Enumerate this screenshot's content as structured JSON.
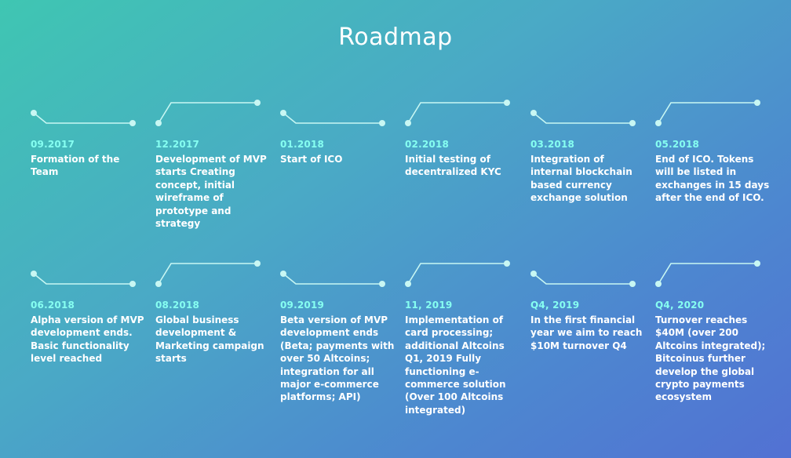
{
  "page": {
    "title": "Roadmap"
  },
  "milestones": [
    {
      "date": "09.2017",
      "text": "Formation of the Team",
      "connector": "down"
    },
    {
      "date": "12.2017",
      "text": "Development of MVP starts Creating concept, initial wireframe of prototype and strategy",
      "connector": "up"
    },
    {
      "date": "01.2018",
      "text": "Start of ICO",
      "connector": "down"
    },
    {
      "date": "02.2018",
      "text": "Initial testing of decentralized KYC",
      "connector": "up"
    },
    {
      "date": "03.2018",
      "text": "Integration of internal blockchain based currency exchange solution",
      "connector": "down"
    },
    {
      "date": "05.2018",
      "text": "End of ICO. Tokens will be listed in exchanges in 15 days after the end of ICO.",
      "connector": "up"
    },
    {
      "date": "06.2018",
      "text": "Alpha version of MVP development ends. Basic functionality level reached",
      "connector": "down"
    },
    {
      "date": "08.2018",
      "text": "Global business development & Marketing campaign starts",
      "connector": "up"
    },
    {
      "date": "09.2019",
      "text": "Beta version of MVP development ends (Beta; payments with over 50 Altcoins; integration for all major e-commerce platforms; API)",
      "connector": "down"
    },
    {
      "date": "11, 2019",
      "text": "Implementation of card processing; additional Altcoins Q1, 2019 Fully functioning e-commerce solution (Over 100 Altcoins integrated)",
      "connector": "up"
    },
    {
      "date": "Q4, 2019",
      "text": "In the first financial year we aim to reach $10M turnover Q4",
      "connector": "down"
    },
    {
      "date": "Q4, 2020",
      "text": "Turnover reaches $40M (over 200 Altcoins integrated); Bitcoinus further develop the global crypto payments ecosystem",
      "connector": "up"
    }
  ]
}
